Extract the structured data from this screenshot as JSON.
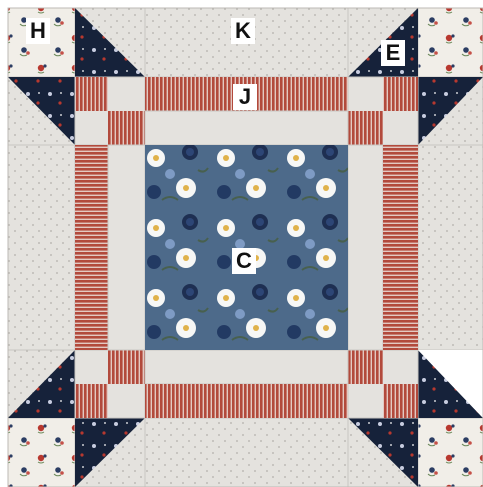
{
  "diagram": {
    "type": "quilt-block-layout",
    "labels": {
      "H": "H",
      "K": "K",
      "E": "E",
      "J": "J",
      "C": "C"
    },
    "colors": {
      "background_cream": "#e4e2de",
      "dot": "#b3b0ab",
      "navy": "#16223a",
      "red_stripe": "#b24a3c",
      "stripe_light": "#e3c9c2",
      "center_blue": "#4d6a8a",
      "floral_cream": "#f1eee8",
      "grid_line": "#c8c6c2"
    }
  }
}
